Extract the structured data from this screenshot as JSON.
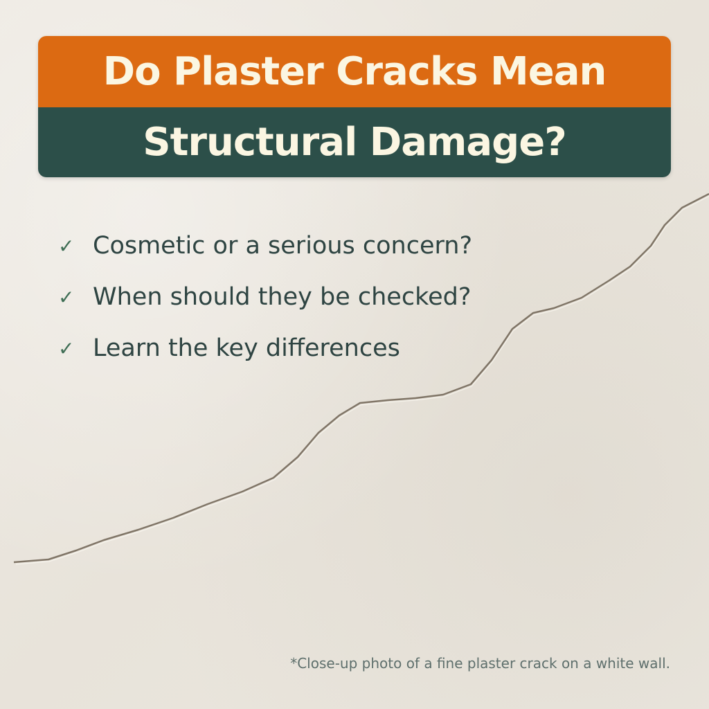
{
  "title": {
    "line1": "Do Plaster Cracks Mean",
    "line2": "Structural Damage?",
    "colors": {
      "top": "#dc6a12",
      "bottom": "#2c4f49",
      "text": "#fbf6e2"
    }
  },
  "bullets": [
    {
      "icon": "check-icon",
      "text": "Cosmetic or a serious concern?"
    },
    {
      "icon": "check-icon",
      "text": "When should they be checked?"
    },
    {
      "icon": "check-icon",
      "text": "Learn the key differences"
    }
  ],
  "caption": "*Close-up photo of a fine plaster crack on a white wall."
}
